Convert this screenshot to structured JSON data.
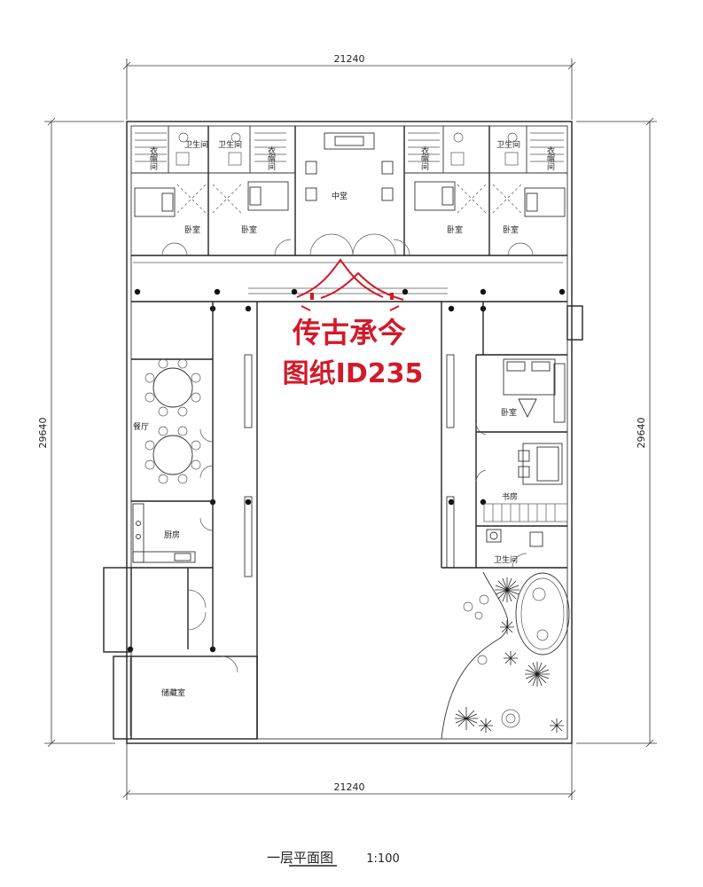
{
  "dimensions": {
    "top": "21240",
    "bottom": "21240",
    "left": "29640",
    "right": "29640"
  },
  "rooms": {
    "wardrobe": "衣帽间",
    "bathroom": "卫生间",
    "bedroom": "卧室",
    "hall": "中堂",
    "dining": "餐厅",
    "kitchen": "厨房",
    "study": "书房",
    "storage": "储藏室"
  },
  "watermark": {
    "brand": "传古承今",
    "id": "图纸ID235"
  },
  "caption": {
    "title": "一层平面图",
    "scale": "1:100"
  },
  "colors": {
    "watermark": "#d11a2a",
    "lines": "#222222"
  }
}
